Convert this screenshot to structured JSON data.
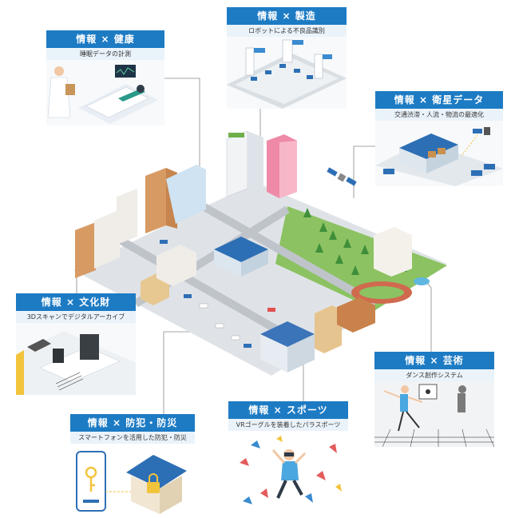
{
  "cards": {
    "health": {
      "title": "情報 × 健康",
      "subtitle": "睡眠データの計測"
    },
    "manufacturing": {
      "title": "情報 × 製造",
      "subtitle": "ロボットによる不良品識別"
    },
    "satellite": {
      "title": "情報 × 衛星データ",
      "subtitle": "交通渋滞・人流・物流の最適化"
    },
    "culture": {
      "title": "情報 × 文化財",
      "subtitle": "3Dスキャンでデジタルアーカイブ"
    },
    "art": {
      "title": "情報 × 芸術",
      "subtitle": "ダンス創作システム"
    },
    "crime": {
      "title": "情報 × 防犯・防災",
      "subtitle": "スマートフォンを活用した防犯・防災"
    },
    "sports": {
      "title": "情報 × スポーツ",
      "subtitle": "VRゴーグルを装着したパラスポーツ"
    }
  },
  "colors": {
    "accent": "#1d7bc4",
    "subtitle_bg": "#eaf3fa",
    "park_green": "#6fb04a",
    "road_gray": "#b9bdc2",
    "building_blue": "#4a8fd0"
  }
}
